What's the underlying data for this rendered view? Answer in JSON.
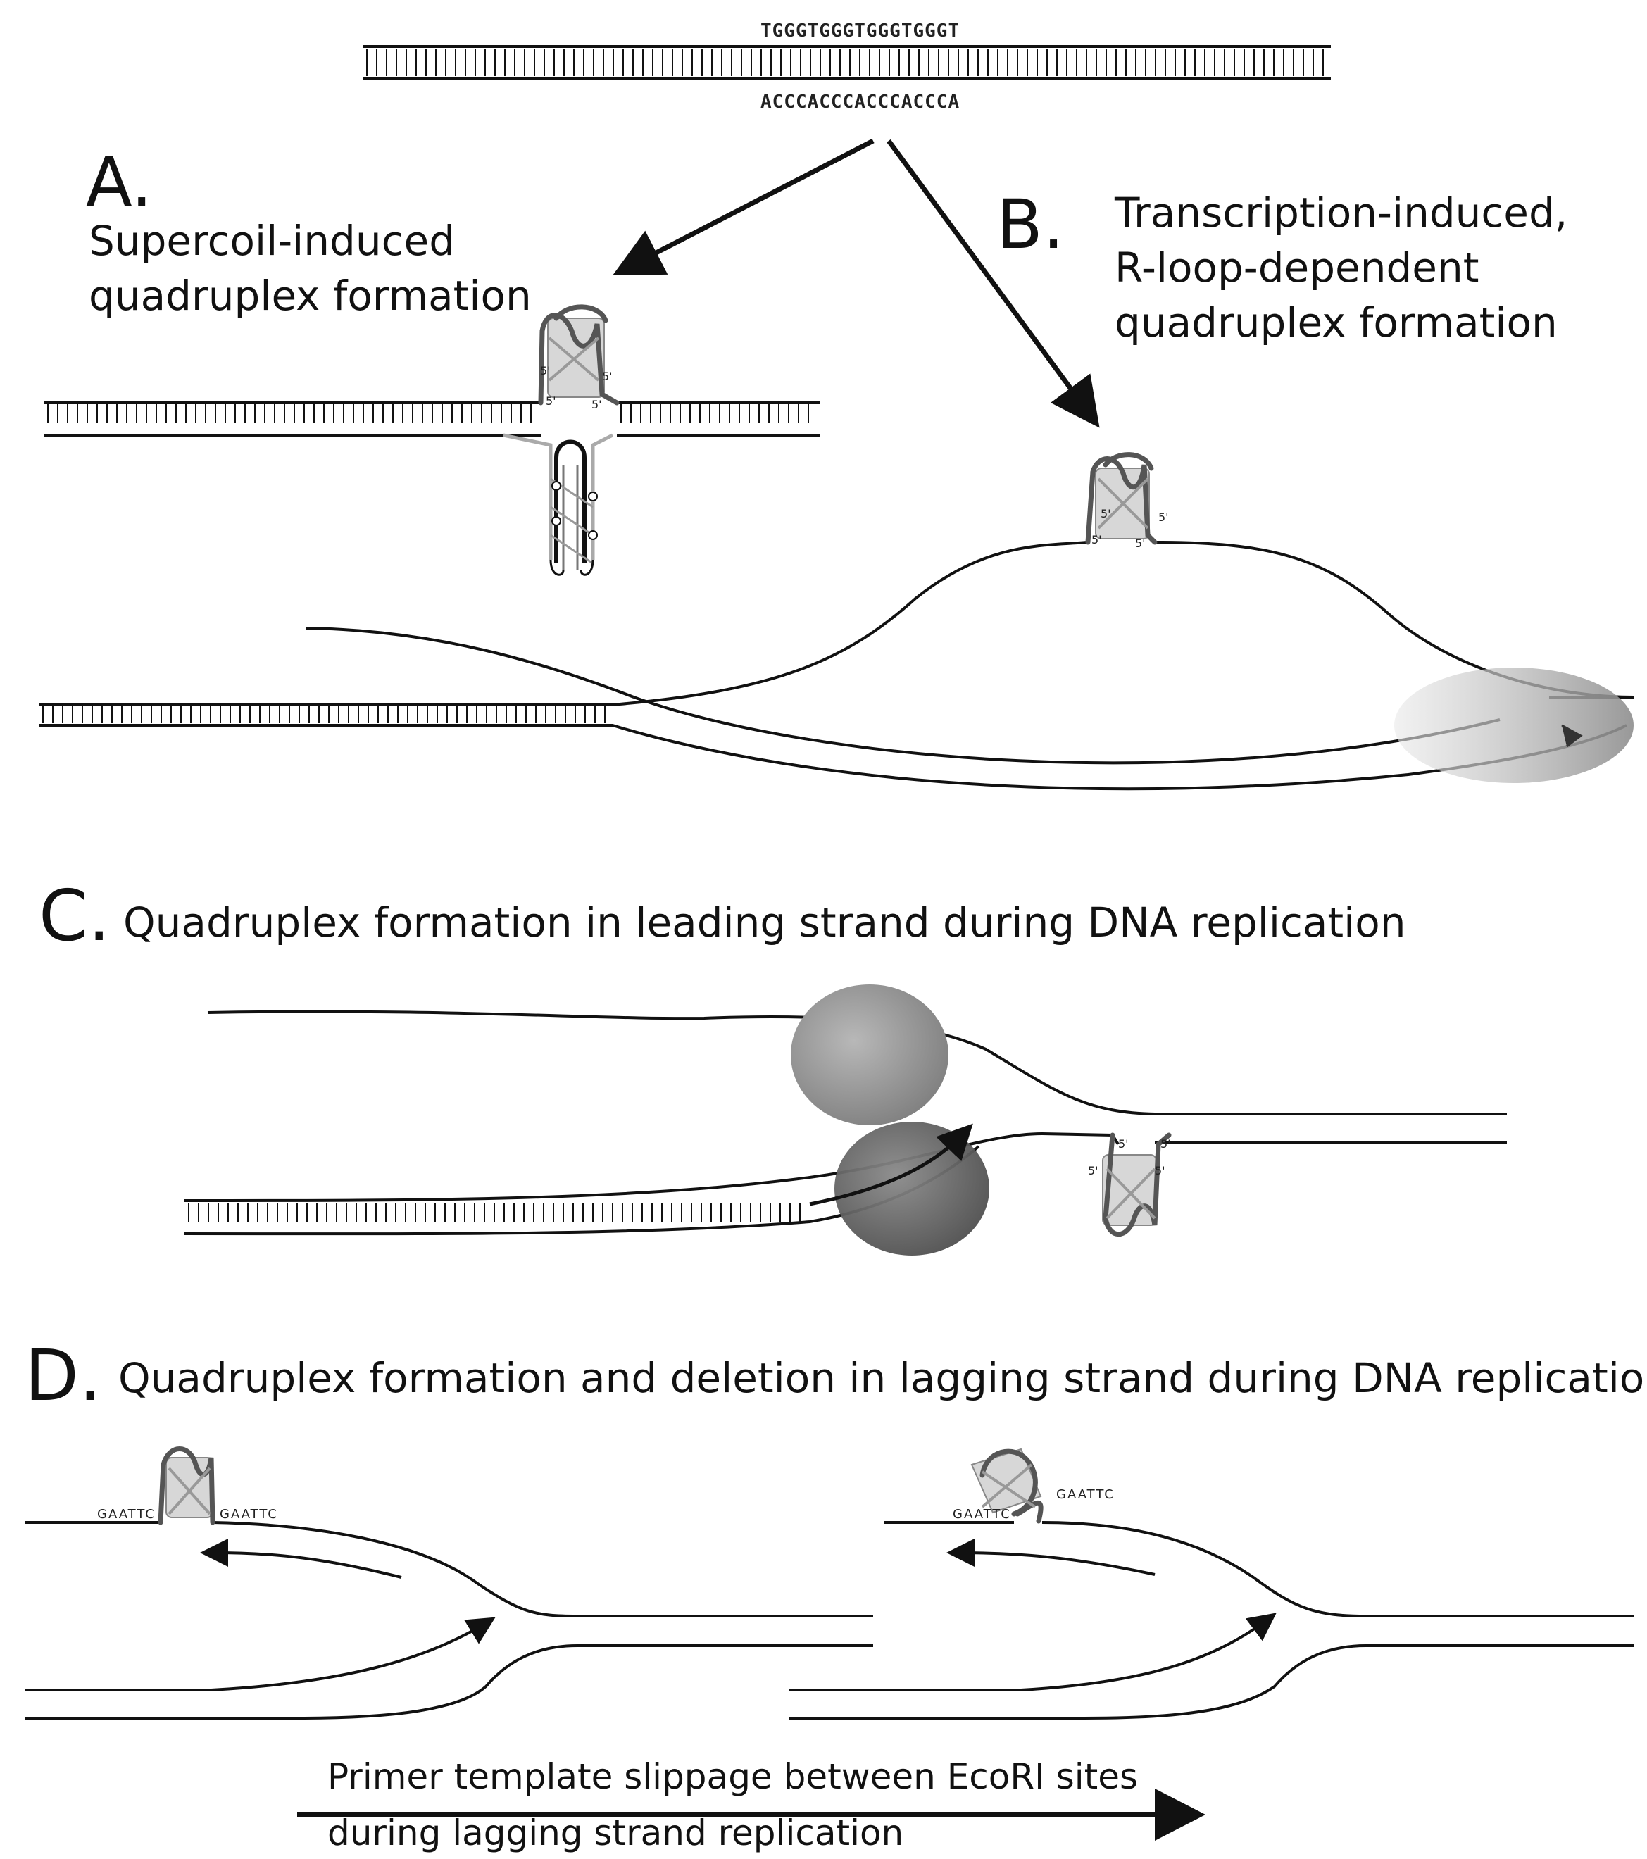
{
  "top_sequence": {
    "upper_strand": "TGGGTGGGTGGGTGGGT",
    "lower_strand": "ACCCACCCACCCACCCA"
  },
  "panel_a": {
    "letter": "A.",
    "title_line1": "Supercoil-induced",
    "title_line2": "quadruplex formation"
  },
  "panel_b": {
    "letter": "B.",
    "title_line1": "Transcription-induced,",
    "title_line2": "R-loop-dependent",
    "title_line3": "quadruplex formation"
  },
  "panel_c": {
    "letter": "C.",
    "title": "Quadruplex formation in leading strand during DNA replication"
  },
  "panel_d": {
    "letter": "D.",
    "title": "Quadruplex formation and deletion in lagging strand during DNA replication",
    "site_label": "GAATTC",
    "caption_line1": "Primer template slippage between EcoRI sites",
    "caption_line2": "during lagging strand replication"
  },
  "quadruplex_end_label": "5'",
  "colors": {
    "strand": "#111111",
    "quadruplex": "#555555",
    "polymerase_light": "#c8c8c8",
    "polymerase_dark": "#7a7a7a"
  }
}
